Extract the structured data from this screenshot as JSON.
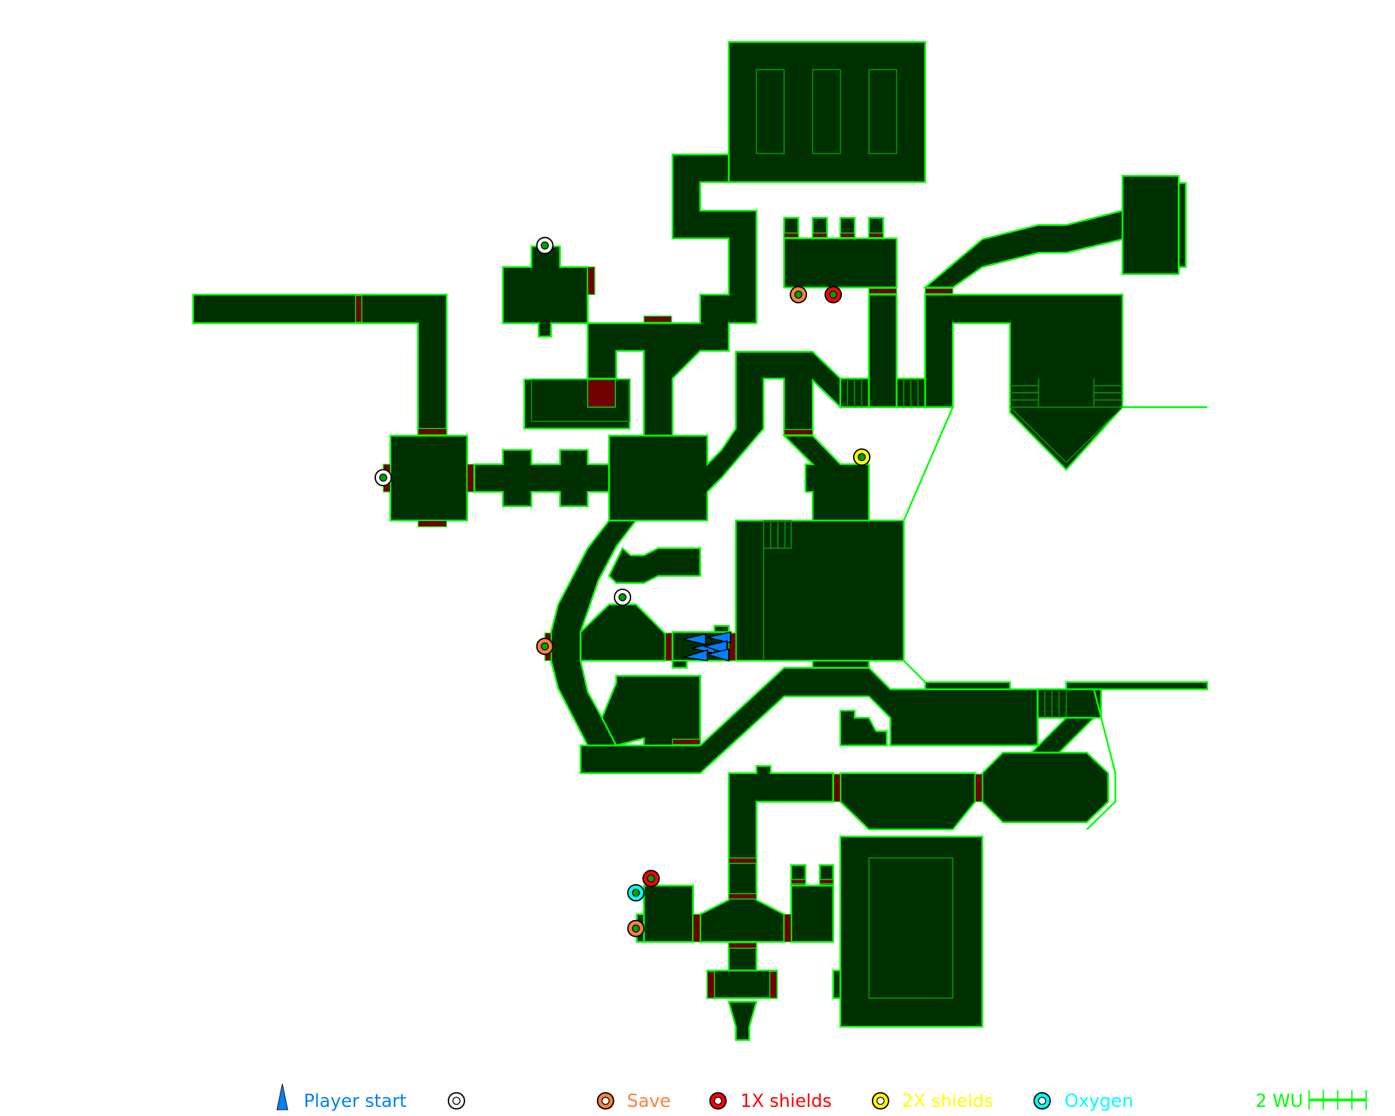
{
  "map": {
    "colors": {
      "floor": "#003000",
      "wall": "#00ff00",
      "door": "#700000",
      "player": "#0080ff"
    },
    "items": [
      {
        "type": "unknown",
        "color": "#ffffff"
      },
      {
        "type": "unknown",
        "color": "#ffffff"
      },
      {
        "type": "unknown",
        "color": "#ffffff"
      },
      {
        "type": "save",
        "color": "#ff8040"
      },
      {
        "type": "save",
        "color": "#ff8040"
      },
      {
        "type": "save",
        "color": "#ff8040"
      },
      {
        "type": "1x-shields",
        "color": "#ff0000"
      },
      {
        "type": "1x-shields",
        "color": "#ff0000"
      },
      {
        "type": "2x-shields",
        "color": "#ffff00"
      },
      {
        "type": "oxygen",
        "color": "#00ffff"
      }
    ],
    "player_start_count": 6
  },
  "legend": {
    "player_start": {
      "label": "Player start",
      "color": "#0080ff"
    },
    "unknown": {
      "label": "",
      "color": "#ffffff"
    },
    "save": {
      "label": "Save",
      "color": "#ff8040"
    },
    "shields_1x": {
      "label": "1X shields",
      "color": "#ff0000"
    },
    "shields_2x": {
      "label": "2X shields",
      "color": "#ffff00"
    },
    "oxygen": {
      "label": "Oxygen",
      "color": "#00ffff"
    },
    "scale": {
      "label": "2 WU",
      "color": "#00ff00"
    }
  }
}
